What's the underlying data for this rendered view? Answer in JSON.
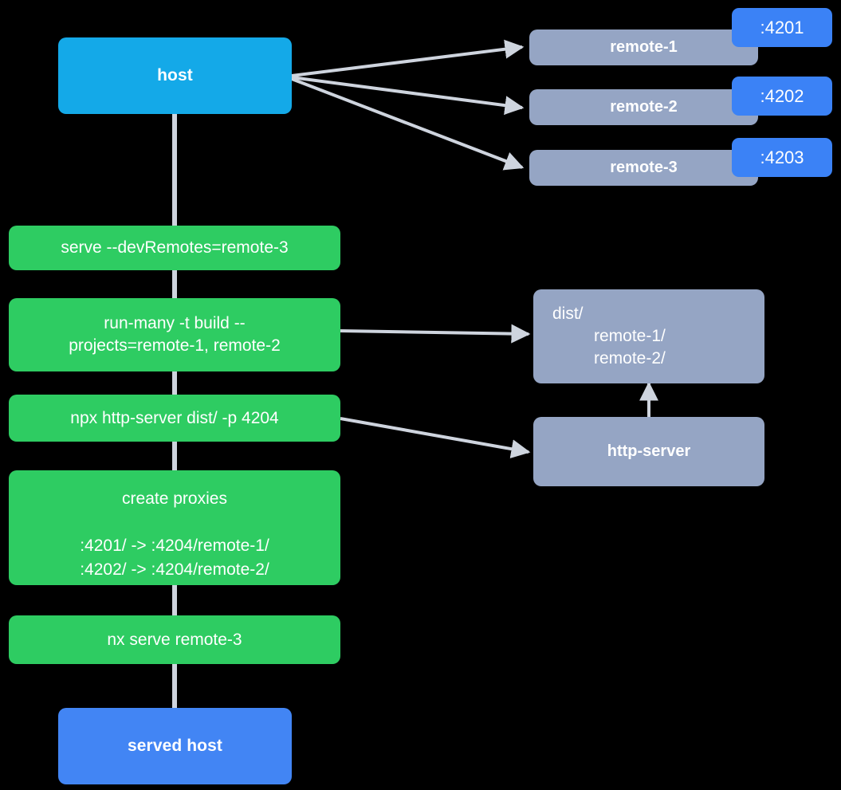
{
  "diagram": {
    "title": "host and remotes serve topology",
    "colors": {
      "background": "#000000",
      "host": "#14A9E8",
      "served_host": "#4285F4",
      "command": "#2ECC62",
      "remote": "#95A5C4",
      "port_badge": "#3B82F6",
      "edge": "#CED4DE",
      "text": "#FFFFFF"
    }
  },
  "nodes": {
    "host": {
      "label": "host"
    },
    "remotes": [
      {
        "label": "remote-1",
        "port": ":4201"
      },
      {
        "label": "remote-2",
        "port": ":4202"
      },
      {
        "label": "remote-3",
        "port": ":4203"
      }
    ],
    "commands": [
      {
        "label": "serve --devRemotes=remote-3"
      },
      {
        "label": "run-many -t build --\nprojects=remote-1, remote-2"
      },
      {
        "label": "npx http-server dist/ -p 4204"
      },
      {
        "label": "nx serve remote-3"
      }
    ],
    "proxies": {
      "title": "create proxies",
      "mappings": [
        ":4201/ -> :4204/remote-1/",
        ":4202/ -> :4204/remote-2/"
      ]
    },
    "dist": {
      "root": "dist/",
      "children": [
        "remote-1/",
        "remote-2/"
      ]
    },
    "http_server": {
      "label": "http-server"
    },
    "served_host": {
      "label": "served host"
    }
  },
  "edges": [
    {
      "from": "host",
      "to": "remote-1"
    },
    {
      "from": "host",
      "to": "remote-2"
    },
    {
      "from": "host",
      "to": "remote-3"
    },
    {
      "from": "host",
      "to": "serve-devremotes"
    },
    {
      "from": "serve-devremotes",
      "to": "run-many"
    },
    {
      "from": "run-many",
      "to": "dist"
    },
    {
      "from": "run-many",
      "to": "npx-http-server"
    },
    {
      "from": "npx-http-server",
      "to": "http-server"
    },
    {
      "from": "npx-http-server",
      "to": "create-proxies"
    },
    {
      "from": "http-server",
      "to": "dist"
    },
    {
      "from": "create-proxies",
      "to": "nx-serve-remote-3"
    },
    {
      "from": "nx-serve-remote-3",
      "to": "served-host"
    }
  ]
}
